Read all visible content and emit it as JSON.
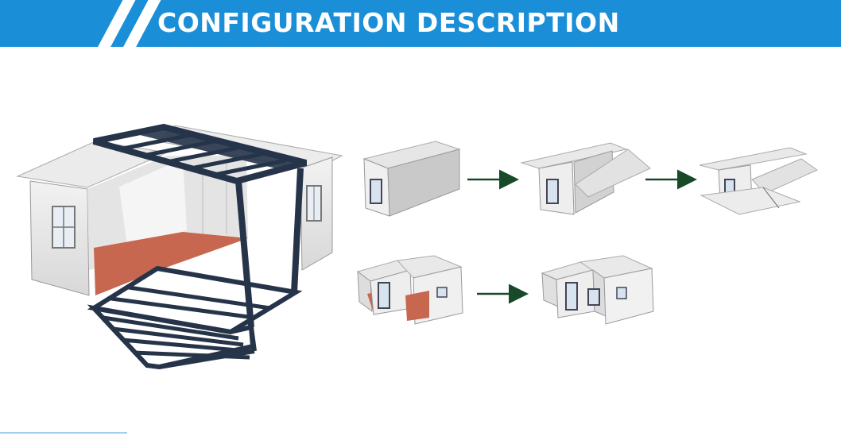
{
  "header": {
    "title": "CONFIGURATION DESCRIPTION",
    "banner_color": "#1a8fd8"
  },
  "diagram": {
    "nodes": [
      "expanded-house-frame-view",
      "closed-container",
      "one-side-unfolding",
      "two-sides-unfolding",
      "floor-extended-walls-raising",
      "fully-expanded-house"
    ],
    "arrow_color": "#184a2a",
    "floor_color": "#c7674f",
    "frame_color": "#26344a"
  }
}
